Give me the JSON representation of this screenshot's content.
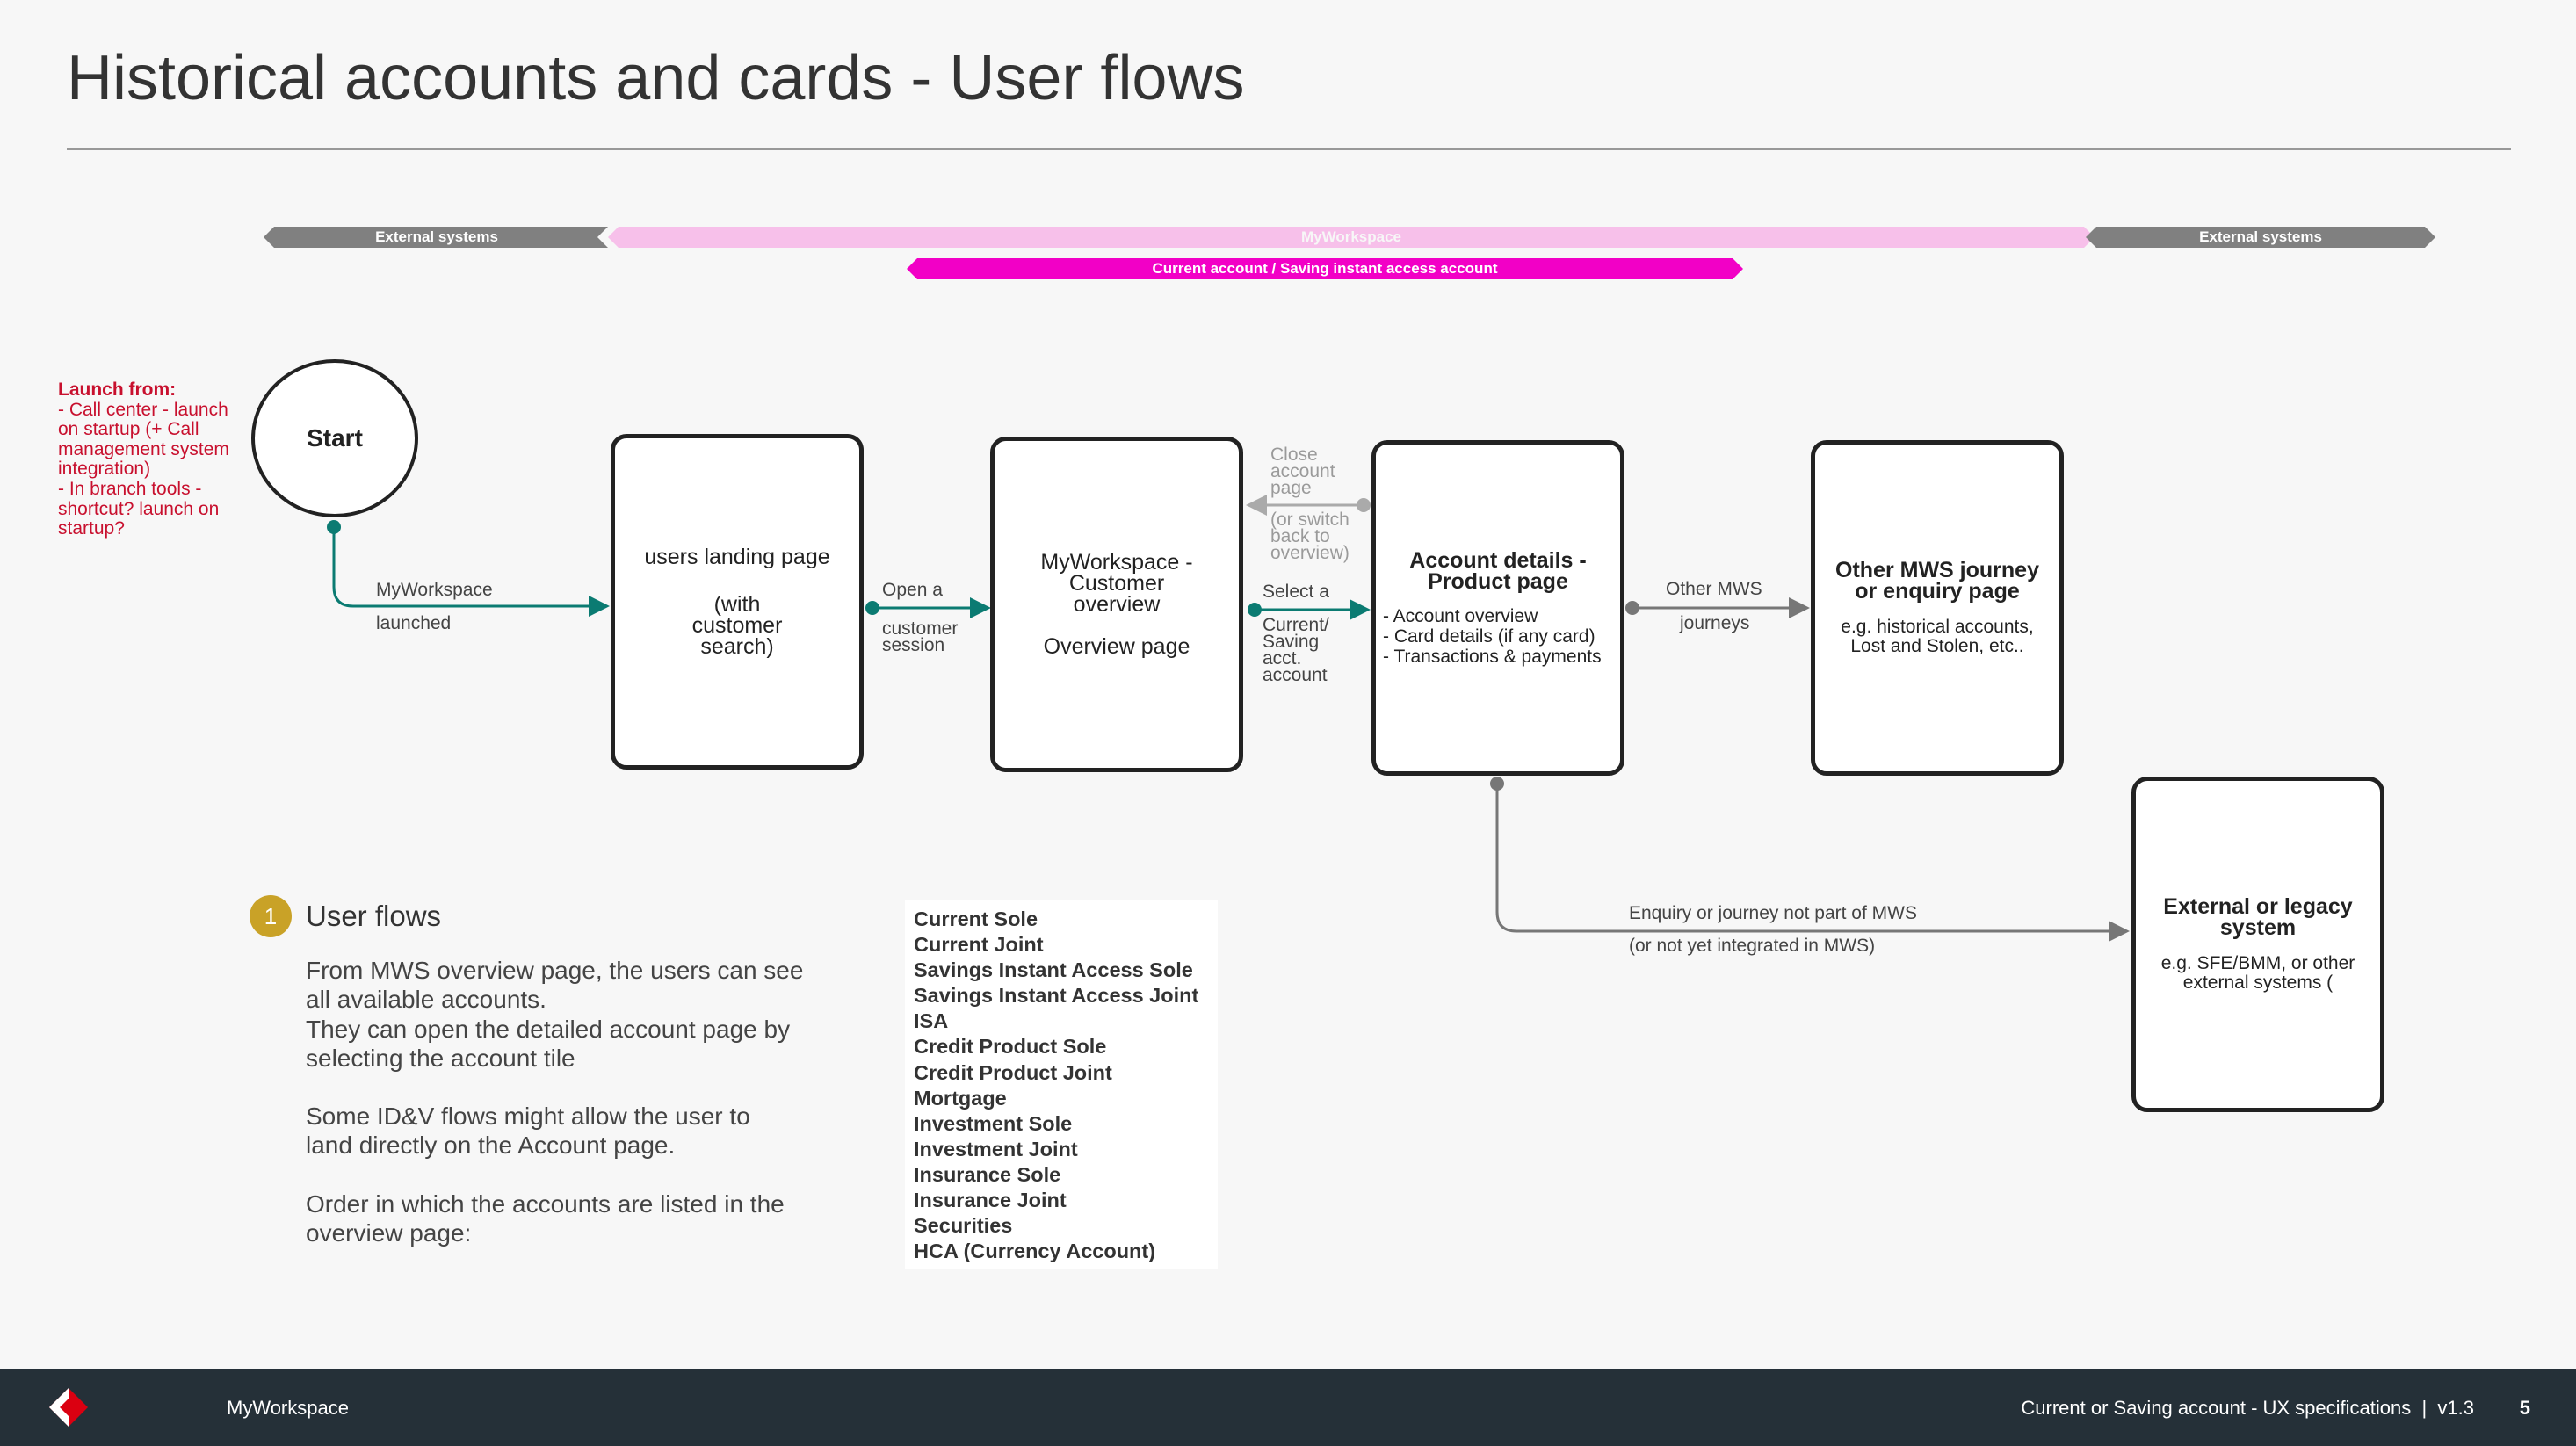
{
  "title": "Historical accounts and cards - User flows",
  "bands": {
    "external_left": "External systems",
    "myworkspace": "MyWorkspace",
    "external_right": "External systems",
    "current_account": "Current account / Saving instant access account"
  },
  "colors": {
    "accent_pink": "#f200c6",
    "light_pink": "#f7c0ea",
    "band_grey": "#808080",
    "flow_teal": "#0b7b72",
    "launch_red": "#c8102e",
    "badge_gold": "#c9a227",
    "footer": "#253038"
  },
  "launch": {
    "title": "Launch from:",
    "text": "- Call center - launch on startup (+ Call management system integration)\n- In branch tools - shortcut?  launch on startup?"
  },
  "start": "Start",
  "edges": {
    "e1_top": "MyWorkspace",
    "e1_bottom": "launched",
    "e2_top": "Open a",
    "e2_bottom": "customer\nsession",
    "e3_top": "Select a",
    "e3_bottom": "Current/\nSaving\nacct.\naccount",
    "back_top": "Close\naccount\npage",
    "back_bottom": "(or switch\nback to\noverview)",
    "e4_top": "Other MWS",
    "e4_bottom": "journeys",
    "e5_top": "Enquiry or journey not part of MWS",
    "e5_bottom": "(or not yet integrated in MWS)"
  },
  "nodes": {
    "landing": {
      "title": "users landing page",
      "sub": "(with\ncustomer\nsearch)"
    },
    "overview": {
      "title": "MyWorkspace -\nCustomer\noverview",
      "sub": "Overview page"
    },
    "account": {
      "title": "Account details -\nProduct page",
      "items": [
        "- Account overview",
        "- Card details (if any card)",
        "- Transactions & payments"
      ]
    },
    "other": {
      "title": "Other MWS journey\nor enquiry page",
      "sub": "e.g. historical accounts,\nLost and Stolen, etc.."
    },
    "external": {
      "title": "External or legacy\nsystem",
      "sub": "e.g. SFE/BMM, or other\nexternal systems ("
    }
  },
  "section": {
    "number": "1",
    "heading": "User flows",
    "p1": "From MWS overview page, the users can see\nall available accounts.\nThey can open the detailed account page by\nselecting the account tile",
    "p2": "Some ID&V flows might allow the user to\nland directly on the Account page.",
    "p3": "Order in which the accounts are listed in the\noverview page:"
  },
  "accounts": [
    "Current Sole",
    "Current Joint",
    "Savings Instant Access Sole",
    "Savings Instant Access Joint",
    "ISA",
    "Credit Product Sole",
    "Credit Product Joint",
    "Mortgage",
    "Investment Sole",
    "Investment Joint",
    "Insurance Sole",
    "Insurance Joint",
    "Securities",
    "HCA (Currency Account)"
  ],
  "footer": {
    "left": "MyWorkspace",
    "right": "Current or Saving account - UX specifications  |  v1.3",
    "page": "5"
  }
}
